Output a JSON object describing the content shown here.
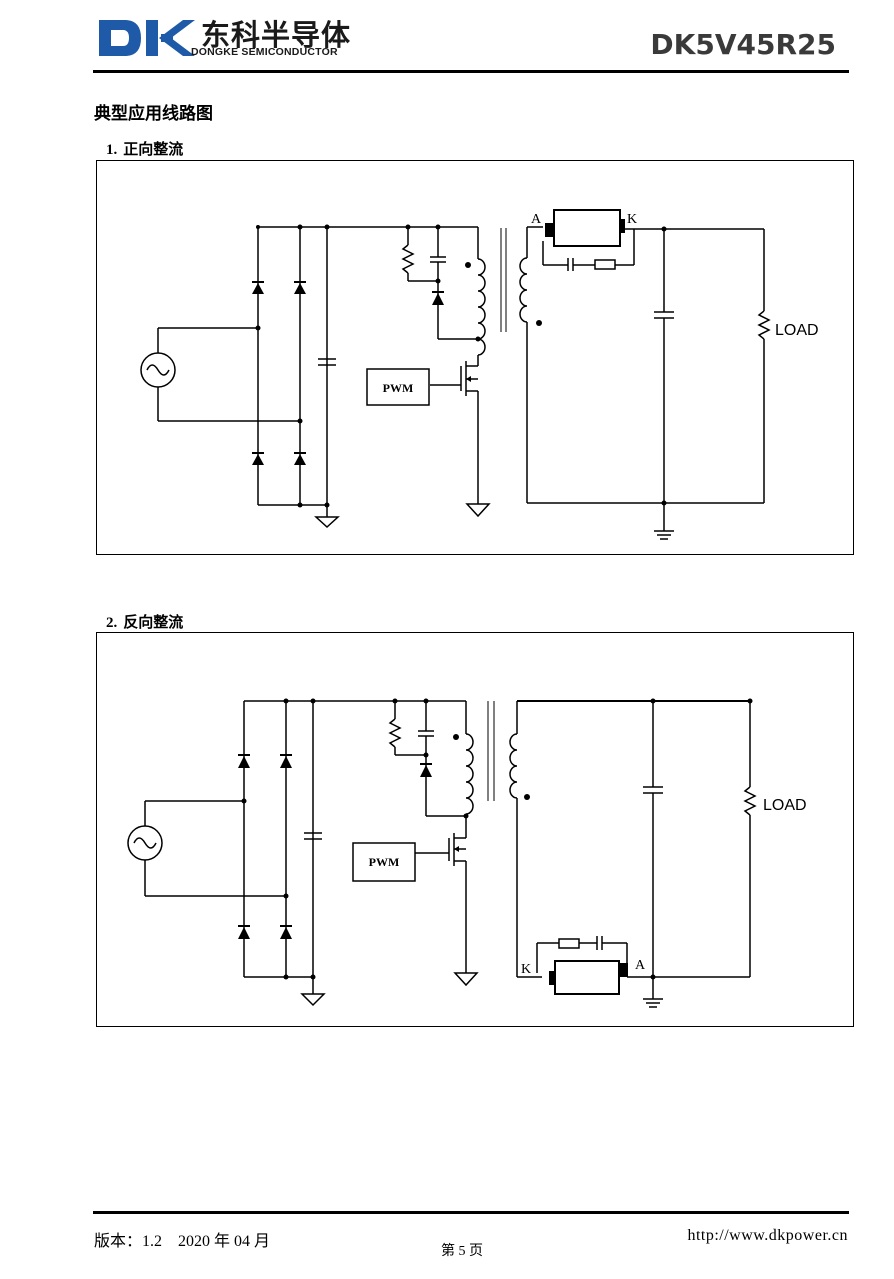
{
  "header": {
    "logo_text_cn": "东科半导体",
    "logo_text_en": "DONGKE SEMICONDUCTOR",
    "part_number": "DK5V45R25"
  },
  "section": {
    "title": "典型应用线路图"
  },
  "figures": [
    {
      "number": "1.",
      "title": "正向整流",
      "labels": {
        "anode": "A",
        "cathode": "K",
        "load": "LOAD",
        "pwm": "PWM"
      }
    },
    {
      "number": "2.",
      "title": "反向整流",
      "labels": {
        "anode": "A",
        "cathode": "K",
        "load": "LOAD",
        "pwm": "PWM"
      }
    }
  ],
  "footer": {
    "version": "版本：1.2    2020 年 04 月",
    "page": "第 5 页",
    "url": "http://www.dkpower.cn"
  },
  "colors": {
    "logo_blue": "#1e5aa8",
    "rule": "#000000"
  }
}
